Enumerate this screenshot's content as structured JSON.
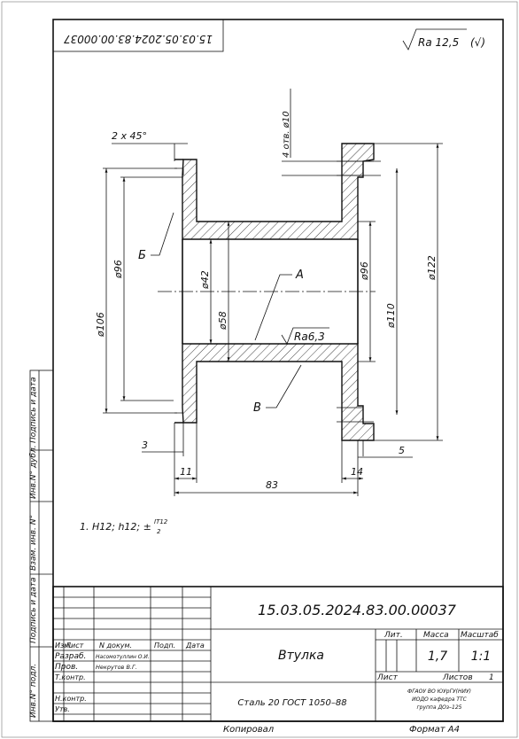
{
  "drawing_number": "15.03.05.2024.83.00.00037",
  "drawing_number_rotated": "15.03.05.2024.83.00.00037",
  "roughness_general": "Ra 12,5",
  "roughness_general_note": "(√)",
  "dims": {
    "chamfer": "2 x 45°",
    "holes": "4 отв. ø10",
    "d96_left": "ø96",
    "d106": "ø106",
    "d42": "ø42",
    "d58": "ø58",
    "d96_right": "ø96",
    "d110": "ø110",
    "d122": "ø122",
    "roughness_inner": "Ra6,3",
    "len3": "3",
    "len11": "11",
    "len83": "83",
    "len14": "14",
    "len5": "5"
  },
  "labels": {
    "a": "А",
    "b": "Б",
    "v": "В"
  },
  "note": "1. H12; h12; ±",
  "note_frac_top": "IT12",
  "note_frac_bottom": "2",
  "side_labels": [
    "Подпись и дата",
    "Инв.N° дубл.",
    "Взам. инв. N°",
    "Подпись и дата",
    "Инв.N° подл."
  ],
  "title_block": {
    "row_headers": [
      "Изм.",
      "Лист",
      "N докум.",
      "Подп.",
      "Дата"
    ],
    "roles": [
      "Разраб.",
      "Пров.",
      "Т.контр.",
      "",
      "Н.контр.",
      "Утв."
    ],
    "names": [
      "Насомотуллин О.И.",
      "Некрутов В.Г."
    ],
    "part_name": "Втулка",
    "material": "Сталь 20 ГОСТ 1050–88",
    "lit_header": "Лит.",
    "mass_header": "Масса",
    "scale_header": "Масштаб",
    "mass_value": "1,7",
    "scale_value": "1:1",
    "sheet_label": "Лист",
    "sheets_label": "Листов",
    "sheets_value": "1",
    "org_line1": "ФГАОУ ВО ЮУрГУ(НИУ)",
    "org_line2": "ИОДО кафедра ТТС",
    "org_line3": "группа ДОз–125"
  },
  "footer": {
    "copied": "Копировал",
    "format": "Формат A4"
  }
}
